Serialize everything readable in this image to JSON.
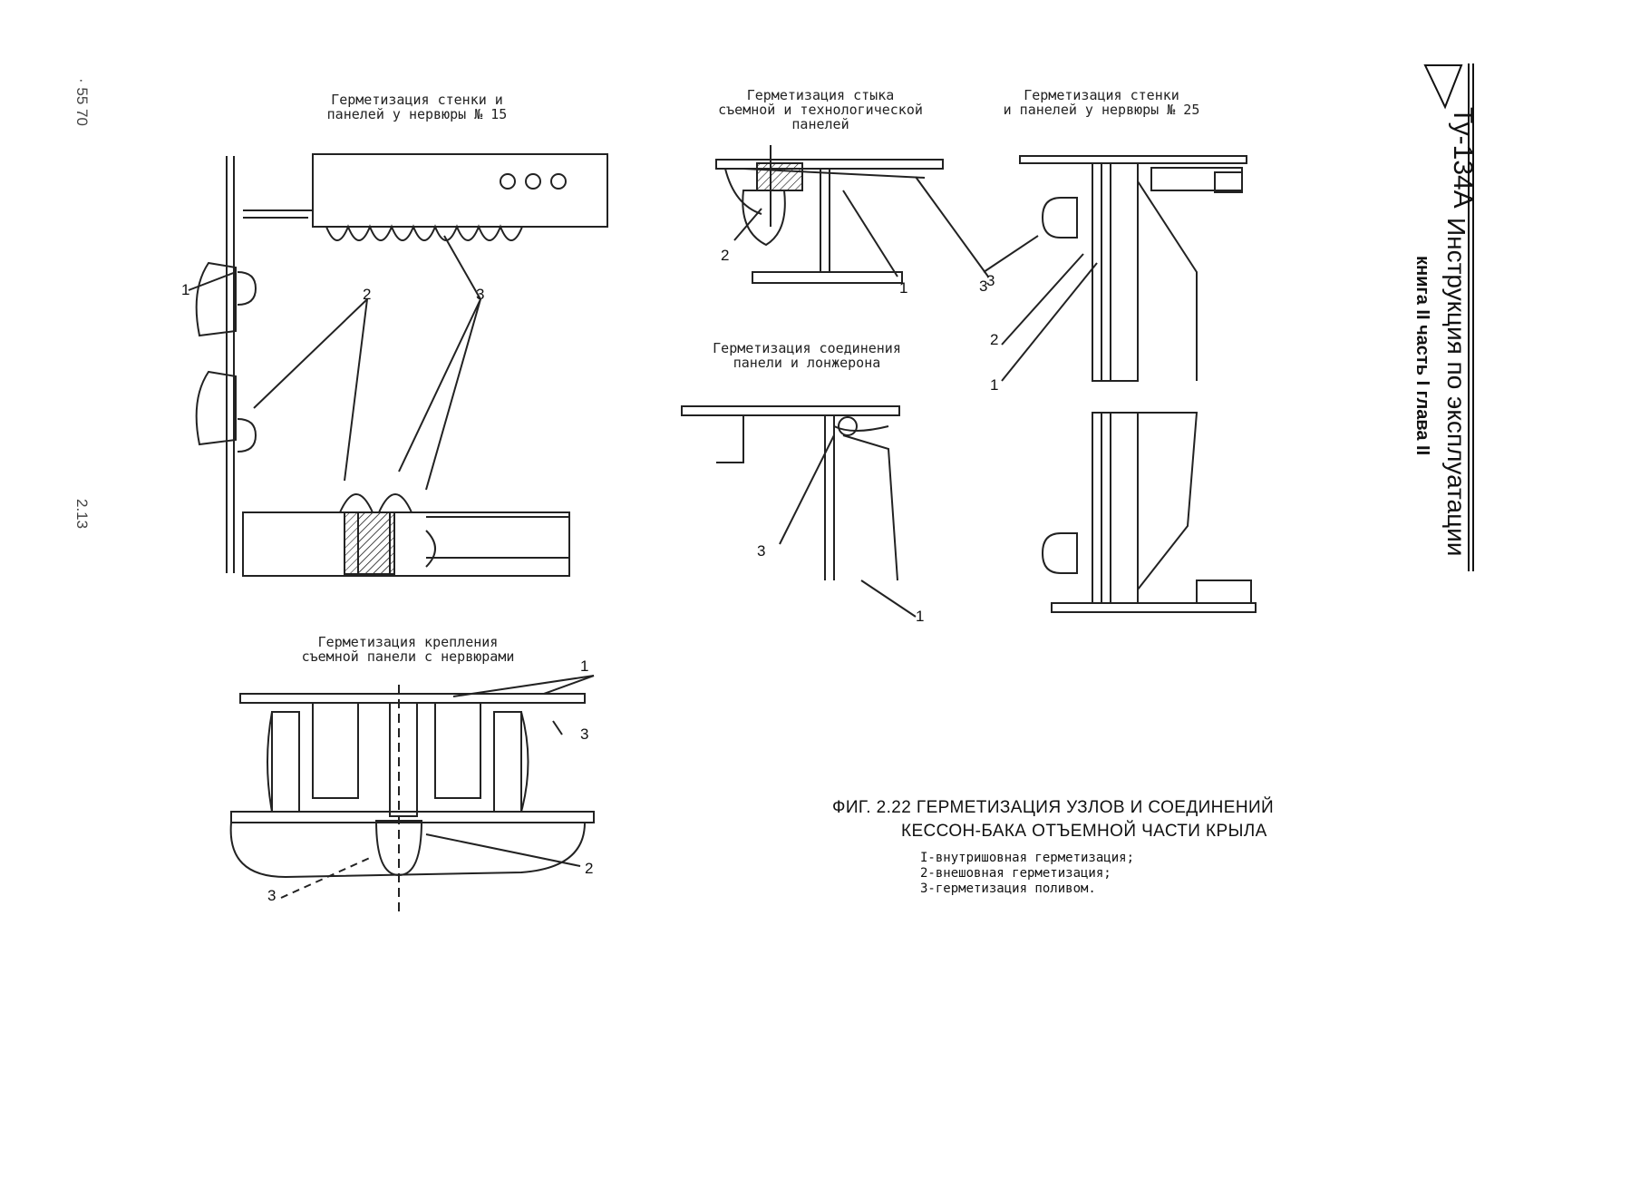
{
  "margin": {
    "top_mark": "· 55 70",
    "page_number": "2.13"
  },
  "sidebar": {
    "doc_code": "Ту-134А",
    "doc_title": "Инструкция по эксплуатации",
    "doc_section": "книга II   часть I   глава II"
  },
  "captions": {
    "rib15": "Герметизация стенки и\nпанелей у нервюры № 15",
    "joint": "Герметизация стыка\nсъемной и технологической\nпанелей",
    "rib25": "Герметизация стенки\nи панелей у нервюры № 25",
    "spar": "Герметизация соединения\nпанели и лонжерона",
    "removable": "Герметизация крепления\nсъемной панели с нервюрами"
  },
  "figure": {
    "title_line1": "ФИГ. 2.22 ГЕРМЕТИЗАЦИЯ УЗЛОВ И СОЕДИНЕНИЙ",
    "title_line2": "КЕССОН-БАКА ОТЪЕМНОЙ ЧАСТИ КРЫЛА",
    "legend": [
      "I-внутришовная герметизация;",
      "2-внешовная герметизация;",
      "3-герметизация поливом."
    ]
  },
  "callouts": {
    "one": "1",
    "two": "2",
    "three": "3"
  }
}
